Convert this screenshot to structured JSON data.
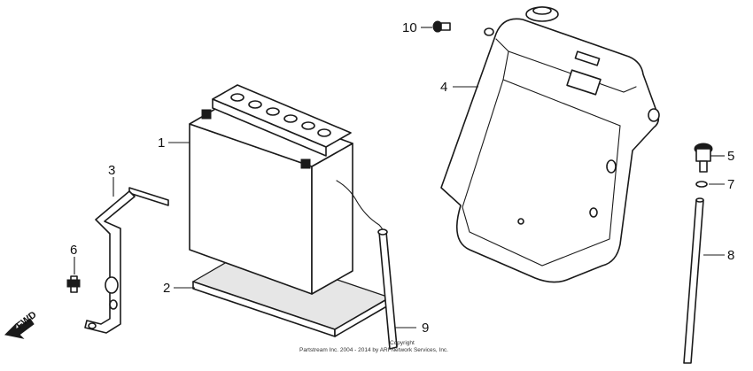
{
  "callouts": [
    {
      "id": "1",
      "label": "1"
    },
    {
      "id": "2",
      "label": "2"
    },
    {
      "id": "3",
      "label": "3"
    },
    {
      "id": "4",
      "label": "4"
    },
    {
      "id": "5",
      "label": "5"
    },
    {
      "id": "6",
      "label": "6"
    },
    {
      "id": "7",
      "label": "7"
    },
    {
      "id": "8",
      "label": "8"
    },
    {
      "id": "9",
      "label": "9"
    },
    {
      "id": "10",
      "label": "10"
    }
  ],
  "fwd_label": "FWD",
  "copyright": {
    "line1": "Copyright",
    "line2": "Partstream Inc. 2004 - 2014 by ARI Network Services, Inc."
  }
}
